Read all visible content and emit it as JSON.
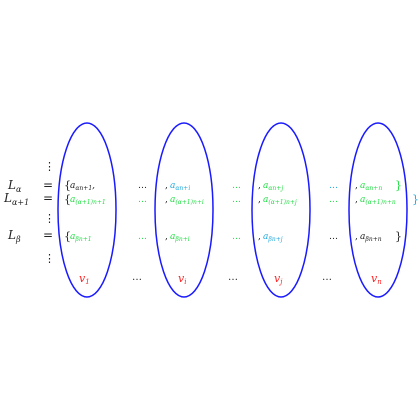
{
  "colors": {
    "ellipse": "#1a1aff",
    "black": "#222222",
    "green": "#22dd44",
    "cyan": "#22aadd",
    "red": "#ff2222"
  },
  "rows": [
    {
      "label_main": "L",
      "label_sub": "α",
      "eq": "="
    },
    {
      "label_main": "L",
      "label_sub": "α+1",
      "eq": "="
    },
    {
      "label_main": "L",
      "label_sub": "β",
      "eq": "="
    }
  ],
  "vdots": "⋮",
  "open_brace": "{",
  "close_brace": "}",
  "dots": "…",
  "lead_comma": ",",
  "row_alpha": {
    "first": "a",
    "first_sub": "αn+1",
    "first_trail": ",",
    "i": "a",
    "i_sub": "αn+i",
    "j": "a",
    "j_sub": "αn+j",
    "n": "a",
    "n_sub": "αn+n"
  },
  "row_alpha1": {
    "first": "a",
    "first_sub": "(α+1)n+1",
    "i": "a",
    "i_sub": "(α+1)n+i",
    "j": "a",
    "j_sub": "(α+1)n+j",
    "n": "a",
    "n_sub": "(α+1)n+n"
  },
  "row_beta": {
    "first": "a",
    "first_sub": "βn+1",
    "i": "a",
    "i_sub": "βn+i",
    "j": "a",
    "j_sub": "βn+j",
    "n": "a",
    "n_sub": "βn+n"
  },
  "vertices": [
    {
      "main": "v",
      "sub": "1"
    },
    {
      "main": "v",
      "sub": "i"
    },
    {
      "main": "v",
      "sub": "j"
    },
    {
      "main": "v",
      "sub": "n"
    }
  ]
}
